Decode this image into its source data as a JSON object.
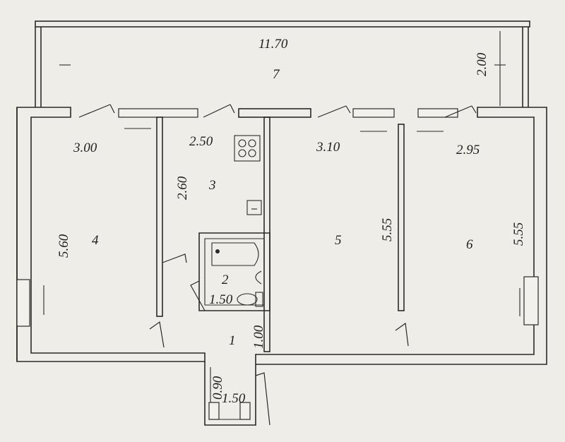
{
  "plan": {
    "dimensions": {
      "balcony_length": "11.70",
      "balcony_depth": "2.00",
      "room4_width": "3.00",
      "room4_length": "5.60",
      "kitchen_width": "2.50",
      "kitchen_length": "2.60",
      "room5_width": "3.10",
      "room5_length": "5.55",
      "room6_width": "2.95",
      "room6_length": "5.55",
      "bathroom_width": "1.50",
      "hall_width": "1.00",
      "entry_depth": "0.90",
      "entry_width": "1.50"
    },
    "rooms": {
      "hall": "1",
      "bathroom": "2",
      "kitchen": "3",
      "room_left": "4",
      "room_middle": "5",
      "room_right": "6",
      "balcony": "7"
    }
  }
}
